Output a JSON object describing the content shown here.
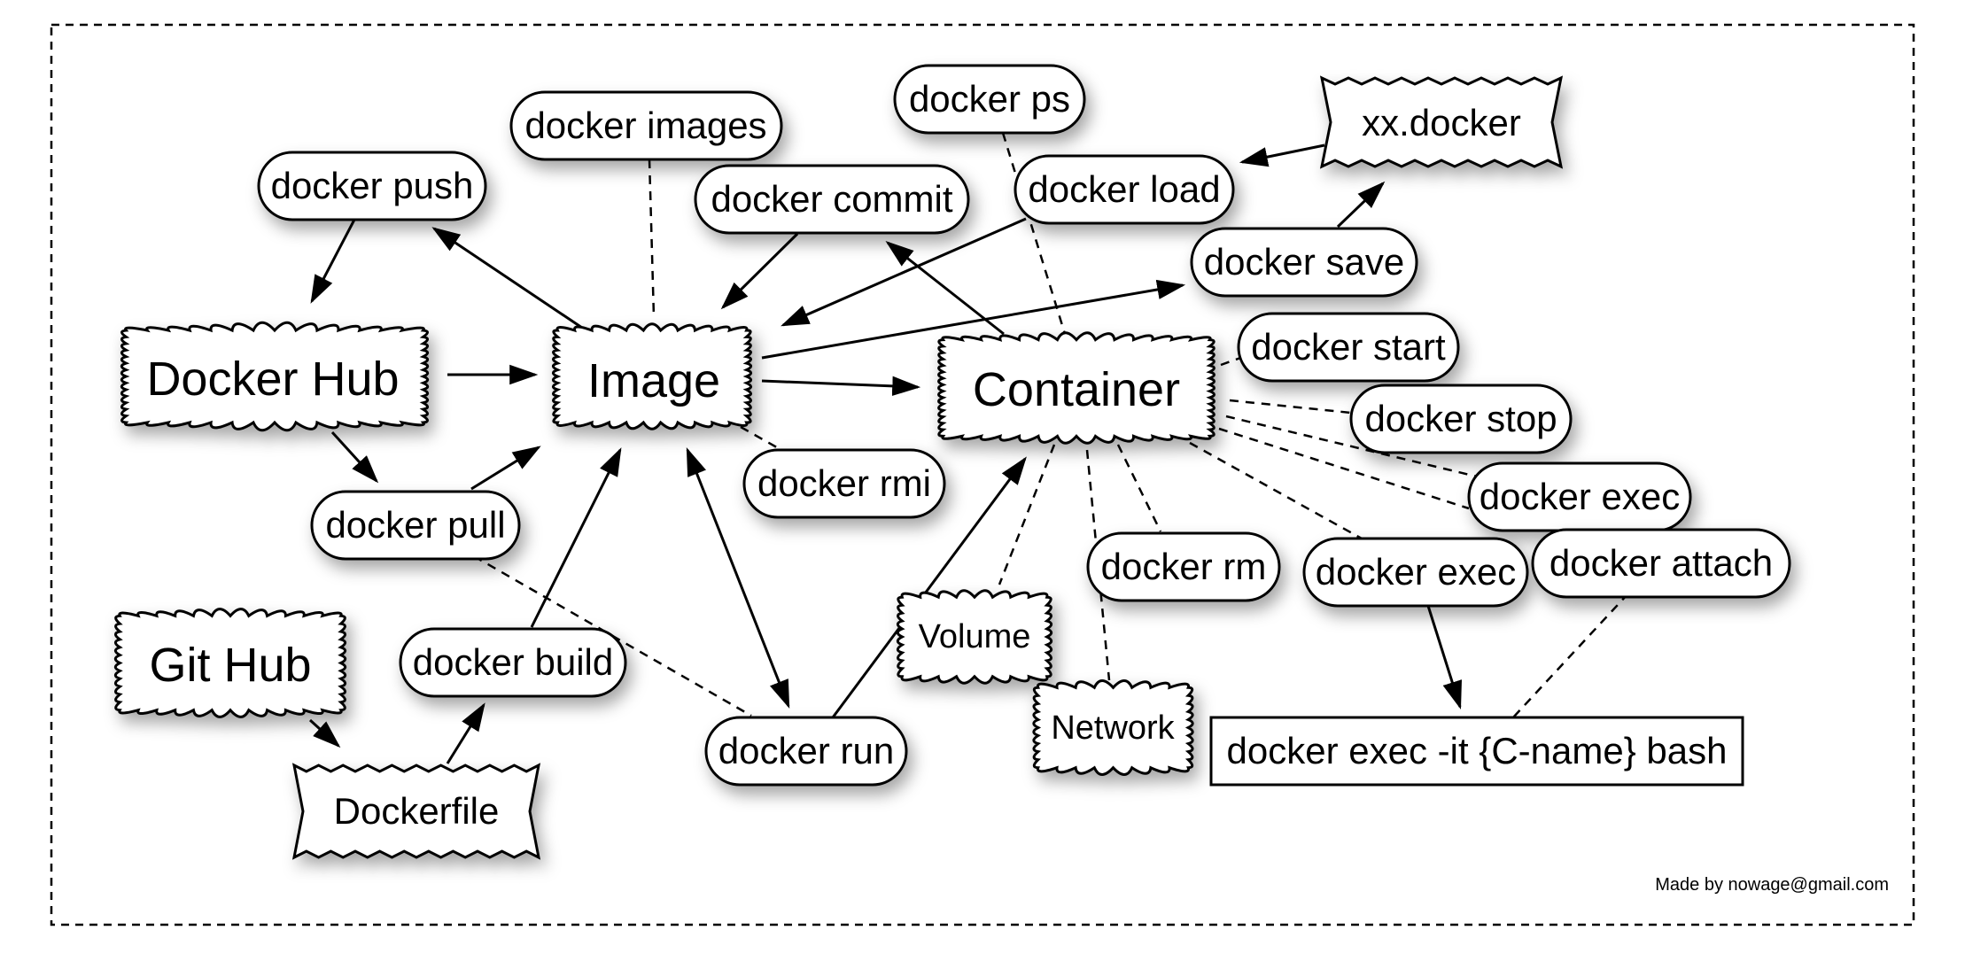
{
  "nodes": {
    "docker_hub": "Docker Hub",
    "image": "Image",
    "container": "Container",
    "git_hub": "Git Hub",
    "dockerfile": "Dockerfile",
    "xx_docker": "xx.docker",
    "volume": "Volume",
    "network": "Network",
    "docker_push": "docker push",
    "docker_images": "docker images",
    "docker_commit": "docker commit",
    "docker_ps": "docker ps",
    "docker_load": "docker load",
    "docker_save": "docker save",
    "docker_start": "docker start",
    "docker_stop": "docker stop",
    "docker_exec_1": "docker exec",
    "docker_exec_2": "docker exec",
    "docker_attach": "docker attach",
    "docker_rm": "docker rm",
    "docker_rmi": "docker rmi",
    "docker_pull": "docker pull",
    "docker_build": "docker build",
    "docker_run": "docker run",
    "exec_command": "docker exec -it {C-name} bash"
  },
  "credit": "Made by nowage@gmail.com"
}
